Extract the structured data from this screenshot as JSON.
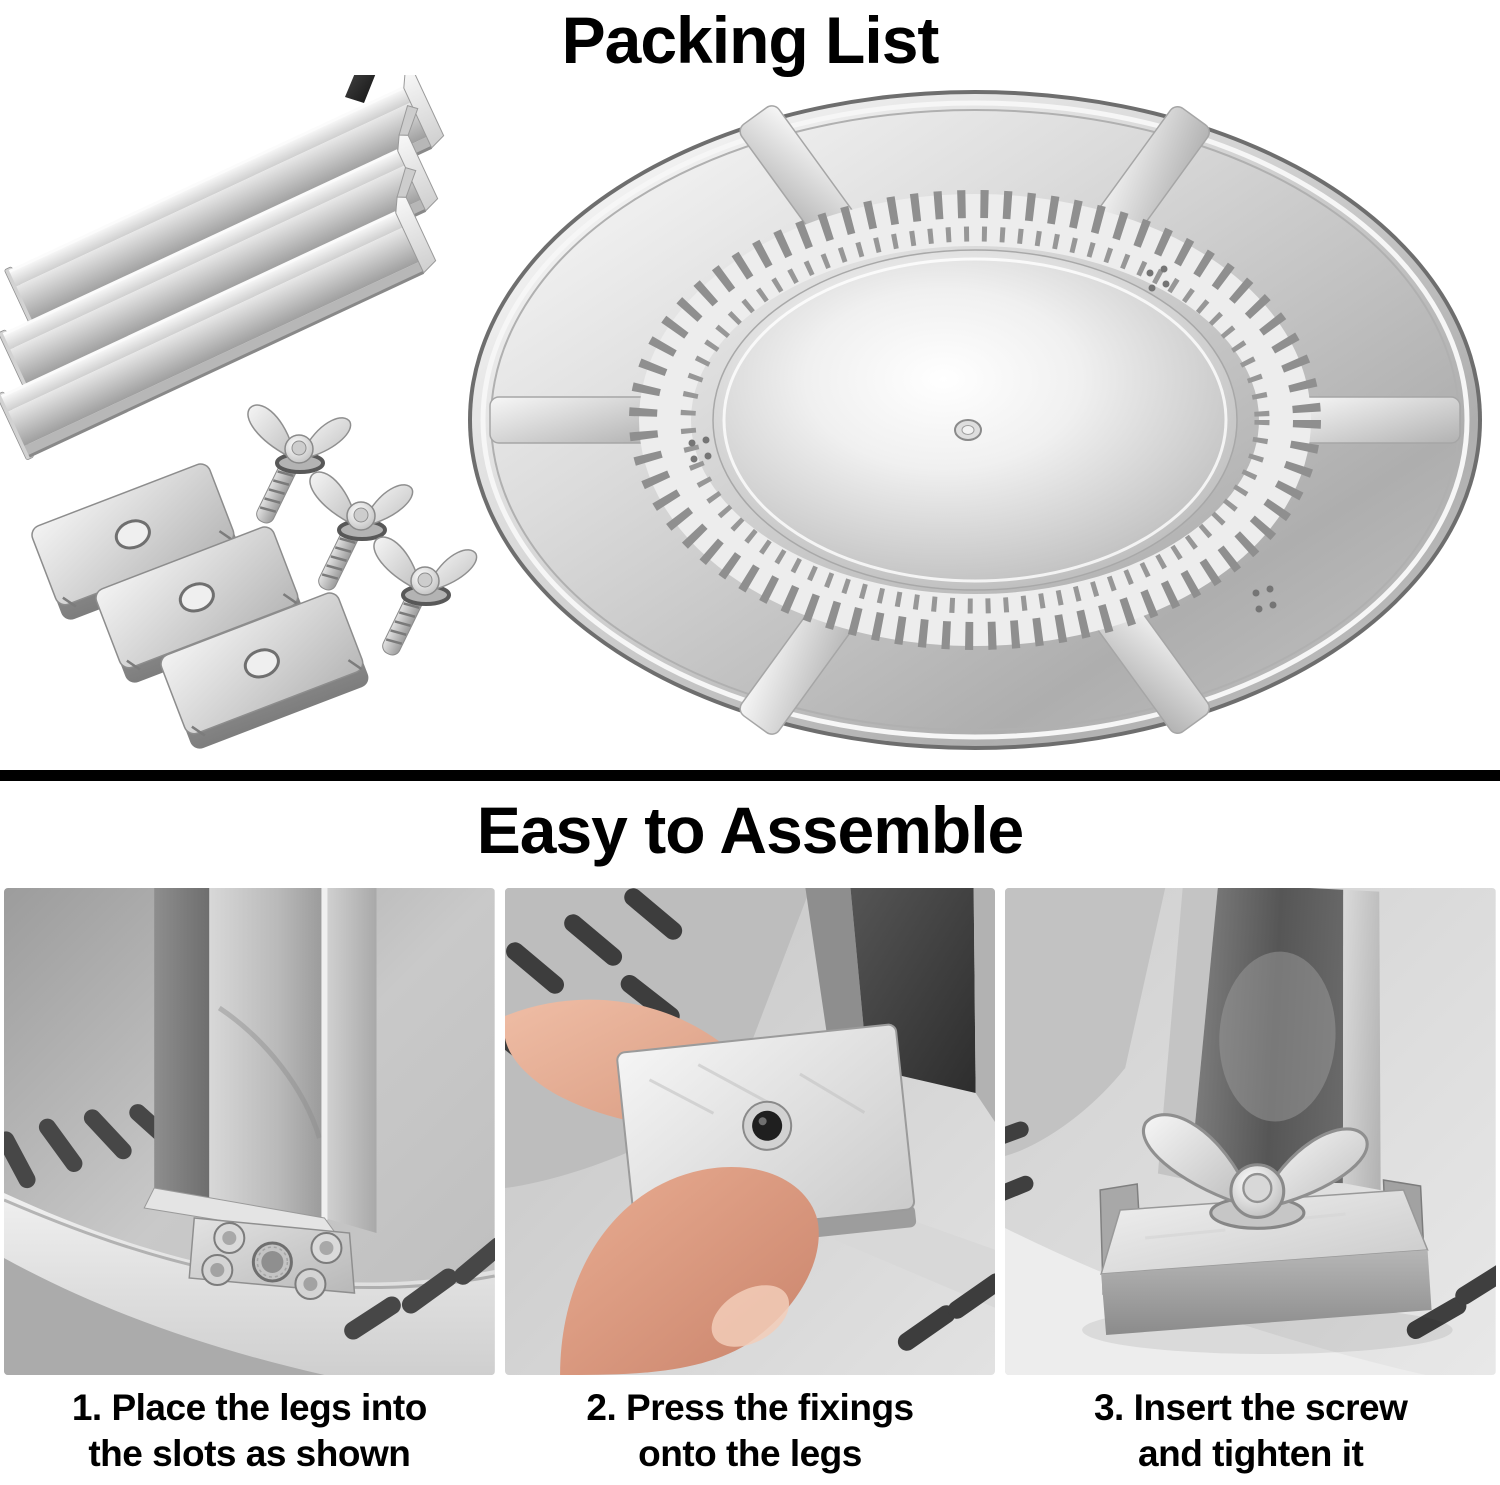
{
  "colors": {
    "background": "#ffffff",
    "text": "#000000",
    "divider": "#000000",
    "metal_light": "#f2f2f2",
    "metal_mid": "#c6c6c6",
    "metal_dark": "#9e9e9e"
  },
  "packing_list": {
    "title": "Packing List",
    "parts": [
      "stand-legs",
      "wing-nut-screws",
      "fixing-plates",
      "vented-lid-plate"
    ]
  },
  "assembly": {
    "title": "Easy to Assemble",
    "steps": [
      {
        "step_number": "1",
        "caption_line1": "1. Place the legs into",
        "caption_line2": "the slots as shown",
        "image": "leg-in-slots-photo"
      },
      {
        "step_number": "2",
        "caption_line1": "2. Press the fixings",
        "caption_line2": "onto the legs",
        "image": "press-fixing-photo"
      },
      {
        "step_number": "3",
        "caption_line1": "3. Insert the screw",
        "caption_line2": "and tighten it",
        "image": "wing-nut-tightened-photo"
      }
    ]
  }
}
